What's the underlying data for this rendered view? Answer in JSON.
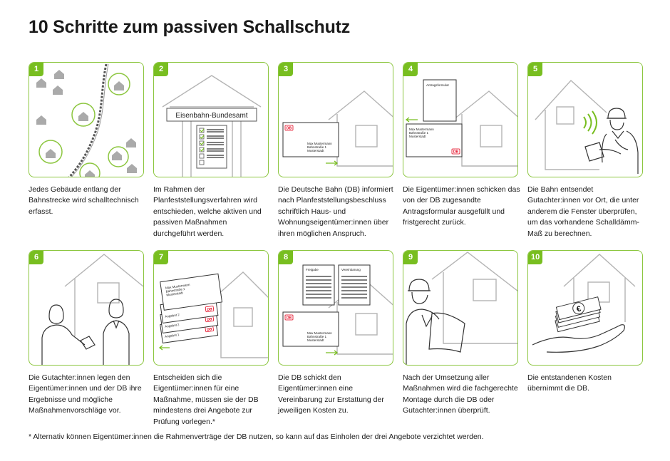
{
  "title": "10 Schritte zum passiven Schallschutz",
  "steps": [
    {
      "number": "1",
      "text": "Jedes Gebäude entlang der Bahnstrecke wird schalltechnisch erfasst."
    },
    {
      "number": "2",
      "text": "Im Rahmen der Planfeststellungsverfahren wird entschieden, welche aktiven und passiven Maßnahmen durchgeführt werden."
    },
    {
      "number": "3",
      "text": "Die Deutsche Bahn (DB) informiert nach Planfeststellungsbeschluss schriftlich Haus- und Wohnungseigentümer:innen über ihren möglichen Anspruch."
    },
    {
      "number": "4",
      "text": "Die Eigentümer:innen schicken das von der DB zugesandte Antragsformular ausgefüllt und fristgerecht zurück."
    },
    {
      "number": "5",
      "text": "Die Bahn entsendet Gutachter:innen vor Ort, die unter anderem die Fenster überprüfen, um das vorhandene Schalldämm-Maß zu berechnen."
    },
    {
      "number": "6",
      "text": "Die Gutachter:innen legen den Eigentümer:innen und der DB ihre Ergebnisse und mögliche Maßnahmenvorschläge vor."
    },
    {
      "number": "7",
      "text": "Entscheiden sich die Eigentümer:innen für eine Maßnahme, müssen sie der DB mindestens drei Angebote zur Prüfung vorlegen.*"
    },
    {
      "number": "8",
      "text": "Die DB schickt den Eigentümer:innen eine Vereinbarung zur Erstattung der jeweiligen Kosten zu."
    },
    {
      "number": "9",
      "text": "Nach der Umsetzung aller Maßnahmen wird die fachgerechte Montage durch die DB oder Gutachter:innen überprüft."
    },
    {
      "number": "10",
      "text": "Die entstandenen Kosten übernimmt die DB."
    }
  ],
  "illustrations": {
    "agency_sign": "Eisenbahn-Bundesamt",
    "db_logo": "DB",
    "address_lines": [
      "Max Mustermann",
      "Bahnstraße 1",
      "Musterstadt"
    ],
    "form_title": "Antragsformular",
    "doc_freigabe": "Freigabe",
    "doc_vereinbarung": "Vereinbarung",
    "offers": [
      "Angebot 2",
      "Angebot 2",
      "Angebot 1"
    ],
    "euro_symbol": "€"
  },
  "footnote": "*  Alternativ können Eigentümer:innen die Rahmenverträge der DB nutzen, so kann auf das Einholen der drei Angebote verzichtet werden.",
  "colors": {
    "accent": "#78be20",
    "panel_border": "#8cc63f",
    "db_red": "#e2001a",
    "line_gray": "#b4b4b4"
  }
}
